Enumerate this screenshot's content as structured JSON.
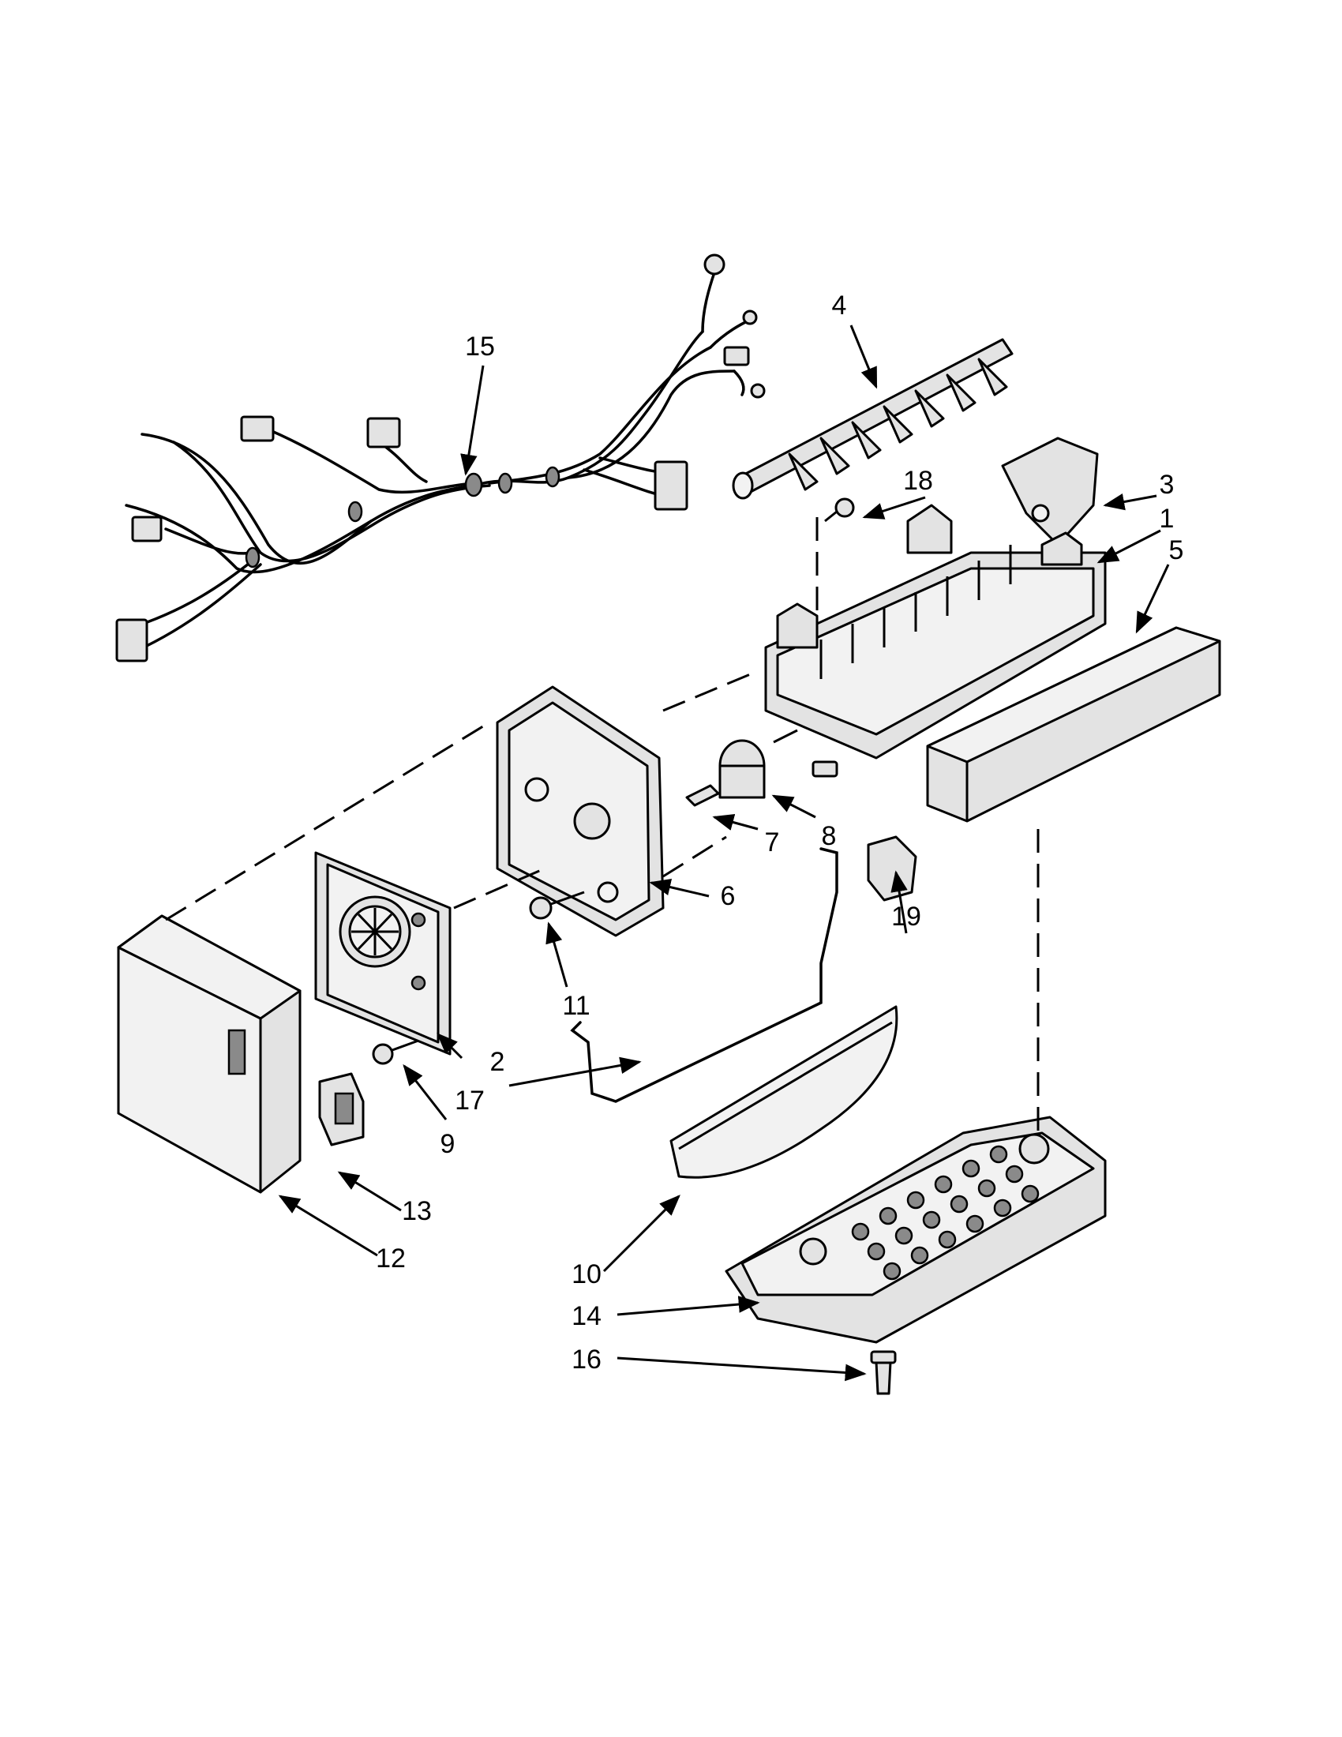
{
  "diagram": {
    "type": "exploded-parts-view",
    "callouts": {
      "c1": "1",
      "c2": "2",
      "c3": "3",
      "c4": "4",
      "c5": "5",
      "c6": "6",
      "c7": "7",
      "c8": "8",
      "c9": "9",
      "c10": "10",
      "c11": "11",
      "c12": "12",
      "c13": "13",
      "c14": "14",
      "c15": "15",
      "c16": "16",
      "c17": "17",
      "c18": "18",
      "c19": "19"
    }
  }
}
